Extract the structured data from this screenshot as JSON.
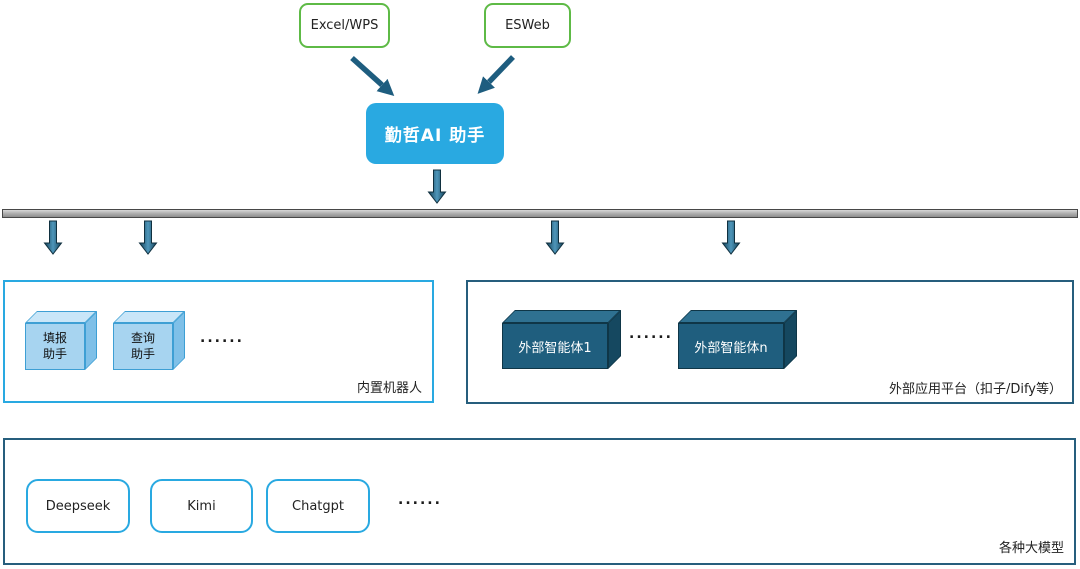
{
  "sources": {
    "excel": {
      "label": "Excel/WPS"
    },
    "esweb": {
      "label": "ESWeb"
    }
  },
  "hub": {
    "label": "勤哲AI 助手"
  },
  "panels": {
    "builtin": {
      "title": "内置机器人",
      "cubes": [
        {
          "label": "填报\n助手"
        },
        {
          "label": "查询\n助手"
        }
      ],
      "ellipsis": "......"
    },
    "external": {
      "title": "外部应用平台（扣子/Dify等）",
      "cubes": [
        {
          "label": "外部智能体1"
        },
        {
          "label": "外部智能体n"
        }
      ],
      "ellipsis": "......"
    },
    "models": {
      "title": "各种大模型",
      "items": [
        {
          "label": "Deepseek"
        },
        {
          "label": "Kimi"
        },
        {
          "label": "Chatgpt"
        }
      ],
      "ellipsis": "......"
    }
  },
  "colors": {
    "accent_blue": "#29a9e1",
    "source_green": "#5eba46",
    "dark_teal_box": "#1f5e7e",
    "panel_dark_border": "#265e7d",
    "arrow": "#1e5d7f",
    "bus_bar_gray": "#b2b2b2"
  }
}
